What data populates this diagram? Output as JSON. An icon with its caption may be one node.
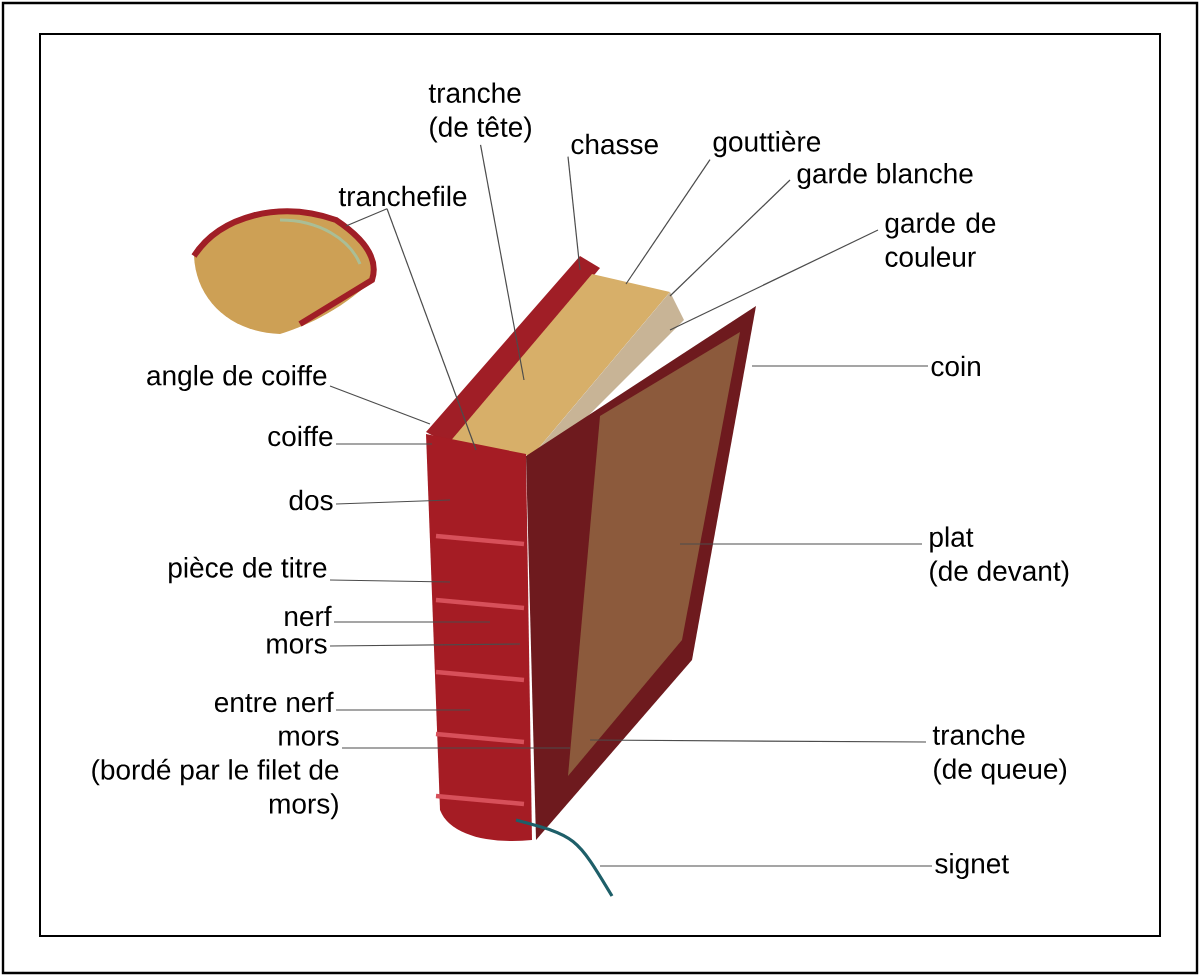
{
  "diagram": {
    "nodes": [
      {
        "text": [
          "tranche",
          "(de tête)"
        ]
      },
      {
        "text": [
          "chasse"
        ]
      },
      {
        "text": [
          "gouttière"
        ]
      },
      {
        "text": [
          "garde blanche"
        ]
      },
      {
        "text": [
          "garde de couleur"
        ]
      },
      {
        "text": [
          "tranchefile"
        ]
      },
      {
        "text": [
          "angle de coiffe"
        ]
      },
      {
        "text": [
          "coiffe"
        ]
      },
      {
        "text": [
          "dos"
        ]
      },
      {
        "text": [
          "pièce de titre"
        ]
      },
      {
        "text": [
          "nerf"
        ]
      },
      {
        "text": [
          "mors"
        ]
      },
      {
        "text": [
          "entre nerf"
        ]
      },
      {
        "text": [
          "mors",
          "(bordé par le filet de mors)"
        ]
      },
      {
        "text": [
          "coin"
        ]
      },
      {
        "text": [
          "plat",
          "(de devant)"
        ]
      },
      {
        "text": [
          "tranche",
          "(de queue)"
        ]
      },
      {
        "text": [
          "signet"
        ]
      }
    ],
    "edges": [
      {
        "from": 0,
        "to": null,
        "arrow": "none"
      },
      {
        "from": 1,
        "to": null,
        "arrow": "none"
      },
      {
        "from": 2,
        "to": null,
        "arrow": "none"
      },
      {
        "from": 3,
        "to": null,
        "arrow": "none"
      },
      {
        "from": 4,
        "to": null,
        "arrow": "none"
      },
      {
        "from": 5,
        "to": null,
        "arrow": "none"
      },
      {
        "from": 5,
        "to": null,
        "arrow": "none"
      },
      {
        "from": 6,
        "to": null,
        "arrow": "none"
      },
      {
        "from": 7,
        "to": null,
        "arrow": "none"
      },
      {
        "from": 8,
        "to": null,
        "arrow": "none"
      },
      {
        "from": 9,
        "to": null,
        "arrow": "none"
      },
      {
        "from": 10,
        "to": null,
        "arrow": "none"
      },
      {
        "from": 11,
        "to": null,
        "arrow": "none"
      },
      {
        "from": 12,
        "to": null,
        "arrow": "none"
      },
      {
        "from": 13,
        "to": null,
        "arrow": "none"
      },
      {
        "from": 14,
        "to": null,
        "arrow": "none"
      },
      {
        "from": 15,
        "to": null,
        "arrow": "none"
      },
      {
        "from": 16,
        "to": null,
        "arrow": "none"
      },
      {
        "from": 17,
        "to": null,
        "arrow": "none"
      }
    ]
  }
}
